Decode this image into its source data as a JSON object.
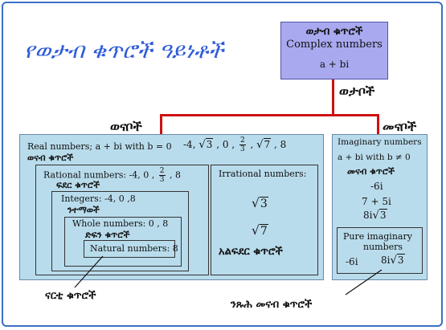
{
  "title": "የወታብ ቁጥሮች ዓይነቶች",
  "root": {
    "am": "ወታብ ቁጥሮች",
    "en": "Complex numbers",
    "expr": "a + bi"
  },
  "edge_label": "ወታቦች",
  "left_branch_label": "ወናቦች",
  "right_branch_label": "መናቦች",
  "real": {
    "en": "Real numbers; a + bi with b = 0",
    "am": "ወናብ ቁጥሮች",
    "ex_minus4": "-4,",
    "ex_sqrt3": "3",
    "ex_zero": ", 0 ,",
    "ex_frac_num": "2",
    "ex_frac_den": "3",
    "ex_sqrt7": "7",
    "ex_8": ", 8",
    "ex_comma": ","
  },
  "rational": {
    "en": "Rational numbers: -4, 0 ,",
    "frac_num": "2",
    "frac_den": "3",
    "tail": ", 8",
    "am": "ፍደር ቁጥሮች"
  },
  "integers": {
    "en": "Integers: -4, 0 ,8",
    "am": "ንተማወች"
  },
  "whole": {
    "en": "Whole numbers: 0 , 8",
    "am": "ድፍን ቁጥሮች"
  },
  "natural": {
    "en": "Natural numbers: 8"
  },
  "irrational": {
    "en": "Irrational numbers:",
    "s1": "3",
    "s2": "7",
    "am": "አልፍደር ቁጥሮች"
  },
  "imaginary": {
    "en": "Imaginary numbers",
    "cond": "a + bi with b ≠ 0",
    "am": "መናብ ቁጥሮች",
    "ex1": "-6i",
    "ex2": "7 + 5i",
    "ex3_pre": "8i",
    "ex3_rad": "3"
  },
  "pure": {
    "en1": "Pure imaginary",
    "en2": "numbers",
    "ex1": "-6i",
    "ex2_pre": "8i",
    "ex2_rad": "3"
  },
  "callout_left": "ናርቲ ቁጥሮች",
  "callout_right": "ንጹሕ መናብ ቁጥሮች",
  "colors": {
    "title": "#2e5bd8",
    "root_box": "#a9a9f0",
    "panel": "#b9dcec",
    "connector": "#cc1111",
    "frame": "#3b6fc4"
  }
}
